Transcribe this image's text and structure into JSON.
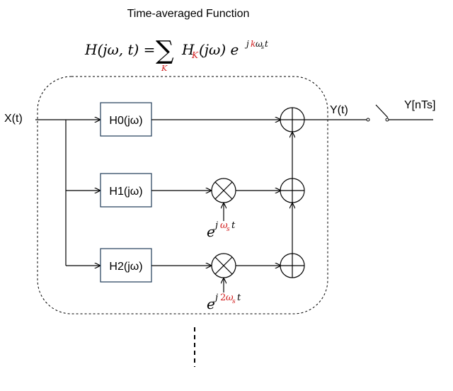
{
  "title": "Time-averaged Function",
  "formula": {
    "lhs": "H(jω, t) = ",
    "sum_symbol": "∑",
    "sum_index": "K",
    "term_H": "H",
    "term_sub": "K",
    "term_arg": "(jω) e",
    "exp_j": "j",
    "exp_k": "k",
    "exp_omega": "ω",
    "exp_s": "s",
    "exp_t": "t"
  },
  "input_label": "X(t)",
  "output_label": "Y(t)",
  "sampled_label": "Y[nTs]",
  "filters": [
    "H0(jω)",
    "H1(jω)",
    "H2(jω)"
  ],
  "modulators": [
    {
      "base": "e",
      "j": "j",
      "coef": "",
      "omega": "ω",
      "sub": "s",
      "t": "t"
    },
    {
      "base": "e",
      "j": "j",
      "coef": "2",
      "omega": "ω",
      "sub": "s",
      "t": "t"
    }
  ]
}
